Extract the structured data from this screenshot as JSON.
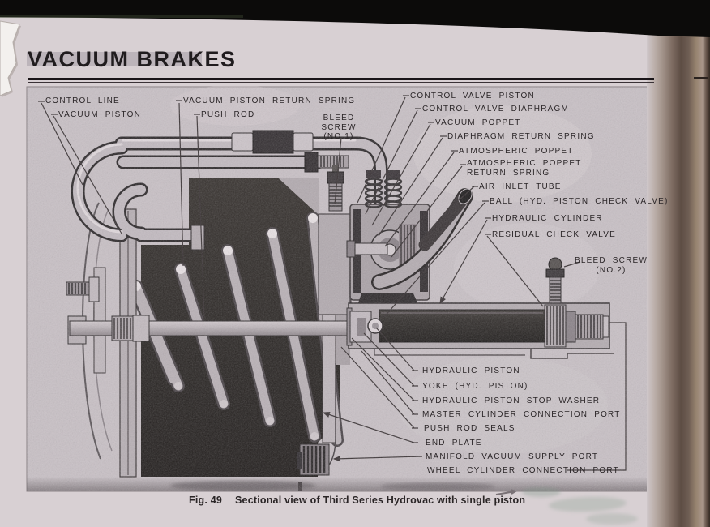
{
  "header": {
    "title": "VACUUM BRAKES"
  },
  "caption": {
    "fig": "Fig. 49",
    "text": "Sectional view of Third Series Hydrovac with single piston"
  },
  "colors": {
    "paper": "#d8d0d3",
    "photo_background": "#c8c0c5",
    "ink": "#2b2628",
    "dark_metal": "#2b2628",
    "book_edge_brown": "#6e5d53",
    "scanner_black": "#0c0b0a"
  },
  "figure": {
    "type": "sectional-diagram",
    "subject": "Third Series Hydrovac vacuum brake booster, single piston",
    "labels": [
      {
        "id": "control-line",
        "text": "CONTROL LINE"
      },
      {
        "id": "vacuum-piston",
        "text": "VACUUM PISTON"
      },
      {
        "id": "vacuum-piston-return-spring",
        "text": "VACUUM PISTON RETURN SPRING"
      },
      {
        "id": "push-rod",
        "text": "PUSH ROD"
      },
      {
        "id": "bleed-screw-1",
        "text": "BLEED SCREW\n(NO.1)"
      },
      {
        "id": "control-valve-piston",
        "text": "CONTROL VALVE PISTON"
      },
      {
        "id": "control-valve-diaphragm",
        "text": "CONTROL VALVE DIAPHRAGM"
      },
      {
        "id": "vacuum-poppet",
        "text": "VACUUM POPPET"
      },
      {
        "id": "diaphragm-return-spring",
        "text": "DIAPHRAGM RETURN SPRING"
      },
      {
        "id": "atmospheric-poppet",
        "text": "ATMOSPHERIC POPPET"
      },
      {
        "id": "atmospheric-poppet-return-spring",
        "text": "ATMOSPHERIC POPPET\nRETURN SPRING"
      },
      {
        "id": "air-inlet-tube",
        "text": "AIR INLET TUBE"
      },
      {
        "id": "ball-check-valve",
        "text": "BALL (HYD. PISTON CHECK VALVE)"
      },
      {
        "id": "hydraulic-cylinder",
        "text": "HYDRAULIC CYLINDER"
      },
      {
        "id": "residual-check-valve",
        "text": "RESIDUAL CHECK VALVE"
      },
      {
        "id": "bleed-screw-2",
        "text": "BLEED SCREW\n(NO.2)"
      },
      {
        "id": "hydraulic-piston",
        "text": "HYDRAULIC PISTON"
      },
      {
        "id": "yoke",
        "text": "YOKE (HYD. PISTON)"
      },
      {
        "id": "hydraulic-piston-stop-washer",
        "text": "HYDRAULIC PISTON STOP WASHER"
      },
      {
        "id": "master-cylinder-connection-port",
        "text": "MASTER CYLINDER CONNECTION PORT"
      },
      {
        "id": "push-rod-seals",
        "text": "PUSH ROD SEALS"
      },
      {
        "id": "end-plate",
        "text": "END PLATE"
      },
      {
        "id": "manifold-vacuum-supply-port",
        "text": "MANIFOLD VACUUM SUPPLY PORT"
      },
      {
        "id": "wheel-cylinder-connection-port",
        "text": "WHEEL CYLINDER CONNECTION PORT"
      }
    ]
  }
}
